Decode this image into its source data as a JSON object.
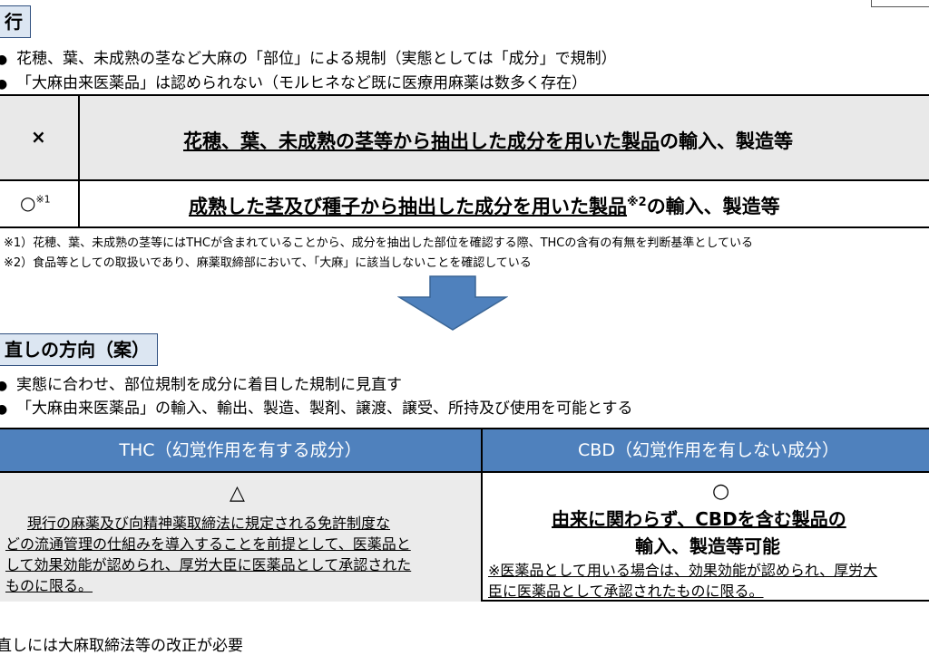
{
  "section1": {
    "label": "行",
    "bullets": [
      "花穂、葉、未成熟の茎など大麻の「部位」による規制（実態としては「成分」で規制）",
      "「大麻由来医薬品」は認められない（モルヒネなど既に医療用麻薬は数多く存在）"
    ]
  },
  "table1": {
    "row1": {
      "mark": "×",
      "text_ul": "花穂、葉、未成熟の茎等から抽出した成分を用いた製品",
      "text_rest": "の輸入、製造等"
    },
    "row2": {
      "mark": "○",
      "mark_sup": "※1",
      "text_ul": "成熟した茎及び種子から抽出した成分を用いた製品",
      "text_sup": "※2",
      "text_rest": "の輸入、製造等"
    }
  },
  "notes": [
    "※1）花穂、葉、未成熟の茎等にはTHCが含まれていることから、成分を抽出した部位を確認する際、THCの含有の有無を判断基準としている",
    "※2）食品等としての取扱いであり、麻薬取締部において、「大麻」に該当しないことを確認している"
  ],
  "colors": {
    "arrow": "#4f81bd",
    "header": "#4f81bd",
    "label_bg": "#dce6f2"
  },
  "section2": {
    "label": "直しの方向（案）",
    "bullets": [
      "実態に合わせ、部位規制を成分に着目した規制に見直す",
      "「大麻由来医薬品」の輸入、輸出、製造、製剤、譲渡、譲受、所持及び使用を可能とする"
    ]
  },
  "table2": {
    "thc": {
      "header": "THC（幻覚作用を有する成分）",
      "mark": "△",
      "lines": [
        "現行の麻薬及び向精神薬取締法に規定される免許制度な",
        "どの流通管理の仕組みを導入することを前提として、医薬品と",
        "して効果効能が認められ、厚労大臣に医薬品として承認された",
        "ものに限る。"
      ]
    },
    "cbd": {
      "header": "CBD（幻覚作用を有しない成分）",
      "mark": "○",
      "main_line1": "由来に関わらず、CBDを含む製品の",
      "main_line2": "輸入、製造等可能",
      "note_line1": "※医薬品として用いる場合は、効果効能が認められ、厚労大",
      "note_line2": "臣に医薬品として承認されたものに限る。"
    }
  },
  "footer_text": "直しには大麻取締法等の改正が必要"
}
